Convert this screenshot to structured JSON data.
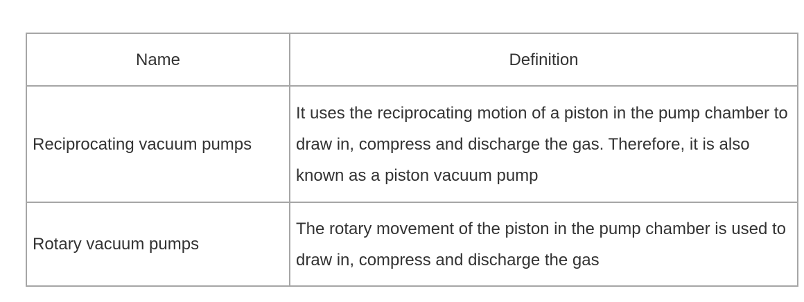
{
  "table": {
    "headers": [
      "Name",
      "Definition"
    ],
    "rows": [
      {
        "name": "Reciprocating vacuum pumps",
        "definition": "It uses the reciprocating motion of a piston in the pump chamber to draw in, compress and discharge the gas. Therefore, it is also known as a piston vacuum pump"
      },
      {
        "name": "Rotary vacuum pumps",
        "definition": "The rotary movement of the piston in the pump chamber is used to draw in, compress and discharge the gas"
      }
    ]
  },
  "colors": {
    "border": "#a6a6a6",
    "text": "#333333",
    "background": "#ffffff"
  }
}
